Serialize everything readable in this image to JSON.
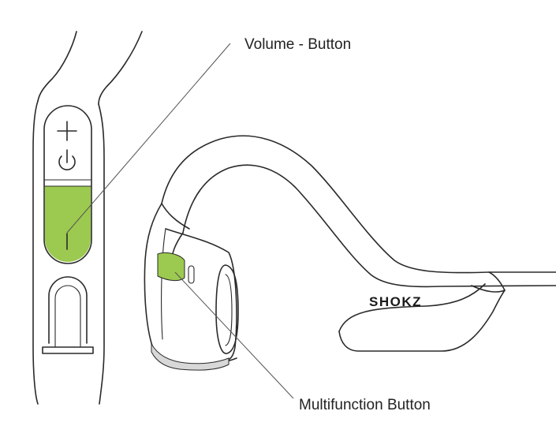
{
  "labels": {
    "volume_button": "Volume - Button",
    "multifunction_button": "Multifunction Button"
  },
  "brand": {
    "text": "SHOKZ"
  },
  "colors": {
    "button_green": "#9CC94F",
    "outline": "#2a2a2a",
    "background": "#ffffff"
  },
  "icons": {
    "volume_up": "plus-icon",
    "power": "power-icon",
    "volume_down": "minus-icon"
  }
}
